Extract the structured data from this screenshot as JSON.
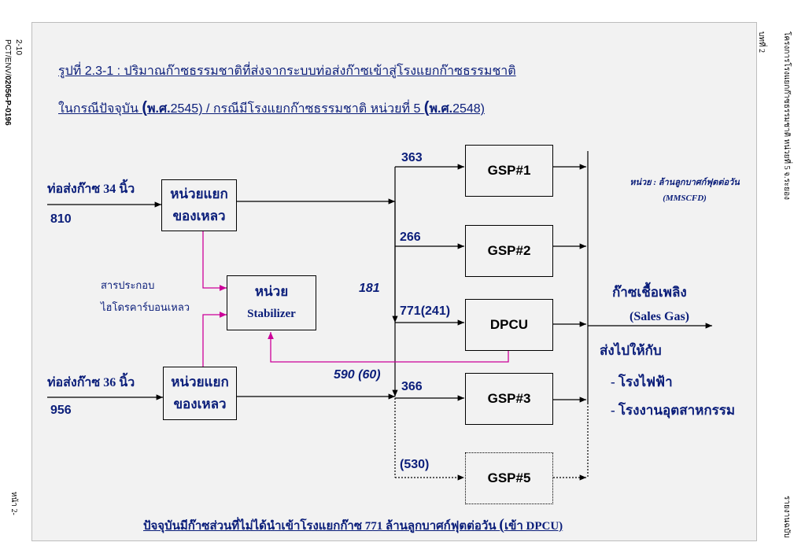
{
  "margin": {
    "left_code_prefix": "PCT/ENV/",
    "left_code": "02056-P-0196",
    "left_top_number": "2-10",
    "left_bottom": "หน้า 2-",
    "right_top": "บทที่ 2",
    "right_project": "โครงการโรงแยกก๊าซธรรมชาติ หน่วยที่ 5 จ.ระยอง",
    "right_bottom": "รายงานฉบับ"
  },
  "title": {
    "line1": "รูปที่ 2.3-1 : ปริมาณก๊าซธรรมชาติที่ส่งจากระบบท่อส่งก๊าซเข้าสู่โรงแยกก๊าซธรรมชาติ",
    "line2_a": "ในกรณีปัจจุบัน ",
    "line2_p1": "(",
    "line2_b": "พ.ศ.",
    "line2_c": "2545) / กรณีมีโรงแยกก๊าซธรรมชาติ หน่วยที่ 5 ",
    "line2_p2": "(",
    "line2_d": "พ.ศ.",
    "line2_e": "2548)"
  },
  "inputs": {
    "pipe34_label": "ท่อส่งก๊าซ 34 นิ้ว",
    "pipe34_value": "810",
    "pipe36_label": "ท่อส่งก๊าซ 36 นิ้ว",
    "pipe36_value": "956"
  },
  "units": {
    "boxes": {
      "sep1_line1": "หน่วยแยก",
      "sep1_line2": "ของเหลว",
      "sep2_line1": "หน่วยแยก",
      "sep2_line2": "ของเหลว",
      "stab_line1": "หน่วย",
      "stab_line2": "Stabilizer",
      "gsp1": "GSP#1",
      "gsp2": "GSP#2",
      "dpcu": "DPCU",
      "gsp3": "GSP#3",
      "gsp5": "GSP#5"
    },
    "liquid_label_1": "สารประกอบ",
    "liquid_label_2": "ไฮโดรคาร์บอนเหลว"
  },
  "flows": {
    "gsp1": "363",
    "gsp2": "266",
    "mid": "181",
    "dpcu": "771(241)",
    "recycle": "590 (60)",
    "gsp3": "366",
    "gsp5": "(530)"
  },
  "unit_note": {
    "line1": "หน่วย : ล้านลูกบาศก์ฟุตต่อวัน",
    "line2": "(MMSCFD)"
  },
  "output": {
    "fuel": "ก๊าซเชื้อเพลิง",
    "sales_gas": "(Sales Gas)",
    "send_to": "ส่งไปให้กับ",
    "dest1": "- โรงไฟฟ้า",
    "dest2": "- โรงงานอุตสาหกรรม"
  },
  "footer": {
    "text_a": "ปัจจุบันมีก๊าซส่วนที่ไม่ได้นำเข้าโรงแยกก๊าซ 771 ล้านลูกบาศก์ฟุตต่อวัน ",
    "text_b": "(",
    "text_c": "เข้า DPCU)"
  },
  "colors": {
    "text": "#0b1e7a",
    "magenta": "#cc0099",
    "panel": "#f2f2f2"
  }
}
